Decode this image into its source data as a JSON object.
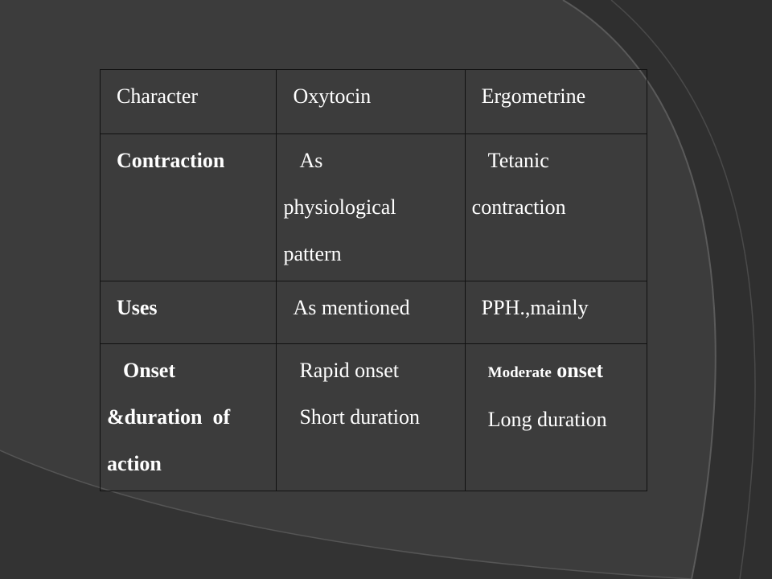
{
  "table": {
    "header": {
      "character": "Character",
      "oxytocin": "Oxytocin",
      "ergometrine": "Ergometrine"
    },
    "rows": [
      {
        "label": "Contraction",
        "oxytocin_lines": [
          "As",
          "physiological",
          "pattern"
        ],
        "ergometrine_lines": [
          "Tetanic",
          "contraction"
        ]
      },
      {
        "label": "Uses",
        "oxytocin_lines": [
          "As mentioned"
        ],
        "ergometrine_lines": [
          "PPH.,mainly"
        ]
      },
      {
        "label_lines": [
          "Onset",
          "&duration  of",
          "action"
        ],
        "oxytocin_lines": [
          "Rapid onset",
          "Short duration"
        ],
        "ergometrine_prefix": "Moderate",
        "ergometrine_suffix": " onset",
        "ergometrine_lines": [
          "Long duration"
        ]
      }
    ]
  },
  "colors": {
    "background": "#3a3a3a",
    "arc_light": "#5a5a5a",
    "arc_dark": "#2e2e2e",
    "text": "#ffffff",
    "border": "#111111"
  }
}
